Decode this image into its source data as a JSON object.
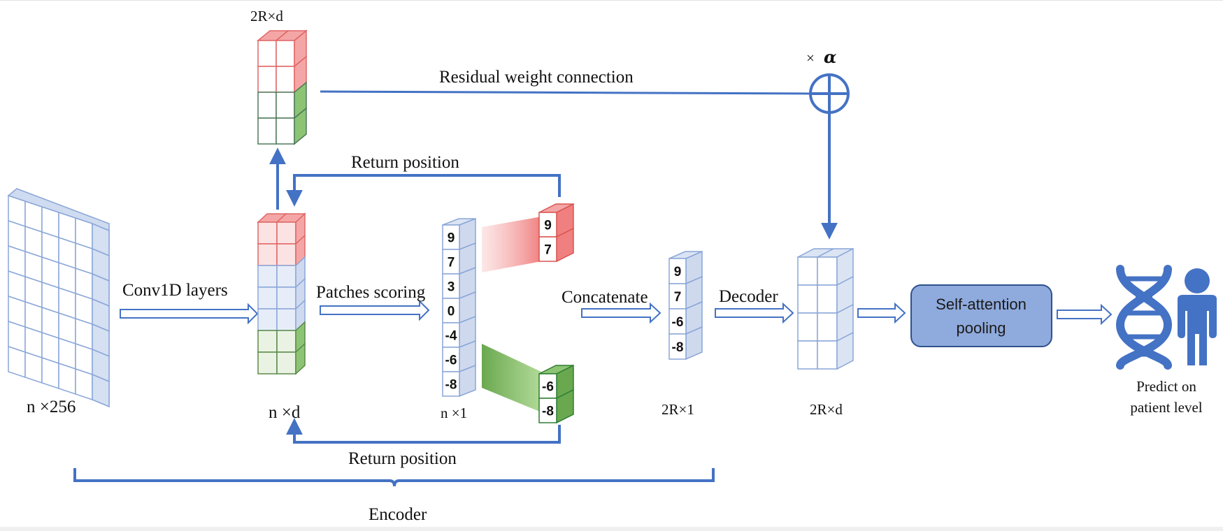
{
  "labels": {
    "input_dim": "n ×256",
    "encoded_dim": "n ×d",
    "score_dim": "n ×1",
    "concat_dim": "2R×1",
    "decoded_dim": "2R×d",
    "residual_dim": "2R×d",
    "conv1d": "Conv1D layers",
    "patches_scoring": "Patches scoring",
    "concatenate": "Concatenate",
    "decoder": "Decoder",
    "residual": "Residual weight connection",
    "return_top": "Return   position",
    "return_bottom": "Return   position",
    "encoder": "Encoder",
    "alpha_times": "×",
    "alpha_symbol": "α",
    "attention_line1": "Self-attention",
    "attention_line2": "pooling",
    "predict_line1": "Predict on",
    "predict_line2": "patient level"
  },
  "scores": [
    "9",
    "7",
    "3",
    "0",
    "-4",
    "-6",
    "-8"
  ],
  "top_selected": [
    "9",
    "7"
  ],
  "bottom_selected": [
    "-6",
    "-8"
  ],
  "concat_scores": [
    "9",
    "7",
    "-6",
    "-8"
  ],
  "colors": {
    "flow_blue": "#4472c4",
    "cube_face": "#dbe4f3",
    "cube_edge": "#8aa6d8",
    "red_block": "#f4a6a6",
    "red_edge": "#d9534f",
    "green_block": "#8cc474",
    "green_edge": "#2e7d32",
    "attention_box": "#8faadc",
    "icon_blue": "#4472c4"
  },
  "icons": {
    "dna": "dna-helix-icon",
    "person": "person-icon",
    "sum": "circled-plus-icon"
  }
}
